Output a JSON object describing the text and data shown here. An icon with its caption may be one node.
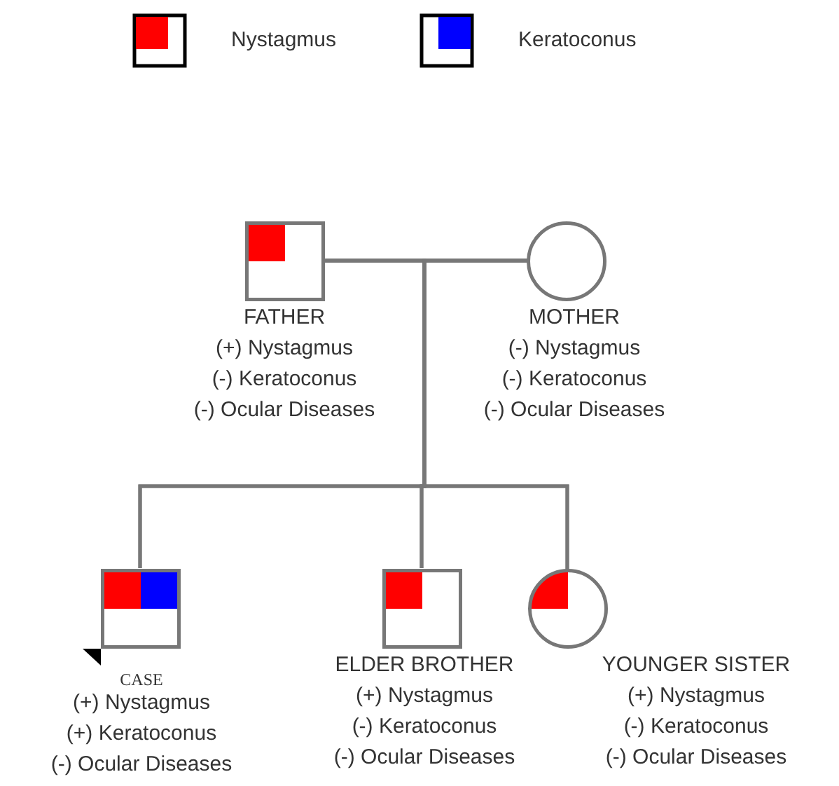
{
  "diagram": {
    "nodes": [
      {
        "text": [],
        "shape": "box",
        "beside": [
          "FATHER",
          "(+) Nystagmus",
          "(-) Keratoconus",
          "(-) Ocular Diseases"
        ]
      },
      {
        "text": [],
        "shape": "circle",
        "beside": [
          "MOTHER",
          "(-) Nystagmus",
          "(-) Keratoconus",
          "(-) Ocular Diseases"
        ]
      },
      {
        "text": [],
        "shape": "box",
        "beside": [
          "CASE",
          "(+) Nystagmus",
          "(+) Keratoconus",
          "(-) Ocular Diseases"
        ]
      },
      {
        "text": [],
        "shape": "box",
        "beside": [
          "ELDER BROTHER",
          "(+) Nystagmus",
          "(-) Keratoconus",
          "(-) Ocular Diseases"
        ]
      },
      {
        "text": [],
        "shape": "circle",
        "beside": [
          "YOUNGER SISTER",
          "(+) Nystagmus",
          "(-) Keratoconus",
          "(-) Ocular Diseases"
        ]
      }
    ],
    "edges": [
      {
        "from": 0,
        "to": 1,
        "arrow": "none"
      },
      {
        "from": 0,
        "to": 2,
        "arrow": "none"
      },
      {
        "from": 0,
        "to": 3,
        "arrow": "none"
      },
      {
        "from": 0,
        "to": 4,
        "arrow": "none"
      },
      {
        "from": 1,
        "to": 2,
        "arrow": "none"
      },
      {
        "from": 1,
        "to": 3,
        "arrow": "none"
      },
      {
        "from": 1,
        "to": 4,
        "arrow": "none"
      }
    ],
    "legend": [
      {
        "text": "Nystagmus",
        "color": "#ff0000"
      },
      {
        "text": "Keratoconus",
        "color": "#0000ff"
      }
    ]
  }
}
